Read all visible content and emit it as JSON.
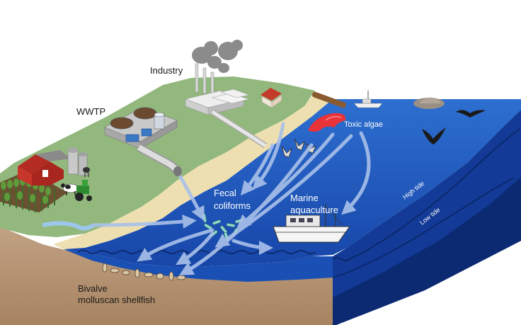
{
  "labels": {
    "industry": "Industry",
    "wwtp": "WWTP",
    "toxic_algae": "Toxic algae",
    "fecal_line1": "Fecal",
    "fecal_line2": "coliforms",
    "marine_line1": "Marine",
    "marine_line2": "aquaculture",
    "high_tide": "High tide",
    "low_tide": "Low tide",
    "bivalve_line1": "Bivalve",
    "bivalve_line2": "molluscan shellfish"
  },
  "colors": {
    "land_green": "#93b87e",
    "soil_brown": "#b59574",
    "sand": "#eedfb0",
    "water_surface": "#1a52b8",
    "water_side": "#123a96",
    "water_deep": "#0c2a72",
    "arrow": "#a9c1ea",
    "algae": "#e8333a"
  },
  "icons": [
    "factory-icon",
    "treatment-plant-icon",
    "farm-icon",
    "house-icon",
    "boat-icon",
    "whale-icon",
    "bird-icon",
    "shellfish-icon"
  ]
}
